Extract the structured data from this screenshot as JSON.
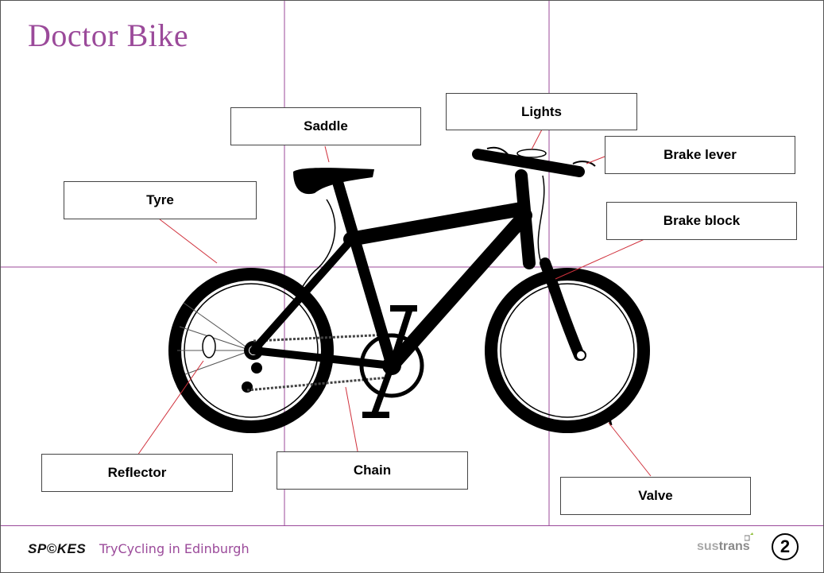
{
  "title": "Doctor Bike",
  "labels": {
    "saddle": "Saddle",
    "lights": "Lights",
    "brake_lever": "Brake lever",
    "tyre": "Tyre",
    "brake_block": "Brake block",
    "reflector": "Reflector",
    "chain": "Chain",
    "valve": "Valve"
  },
  "footer": {
    "brand": "SP©KES",
    "tagline": "TryCycling in Edinburgh",
    "partner_prefix": "sus",
    "partner_suffix": "trans",
    "page_number": "2"
  },
  "colors": {
    "title": "#9b4a9a",
    "guide_lines": "#9b4a9a",
    "leader_lines": "#d0313c",
    "bike": "#000000"
  }
}
